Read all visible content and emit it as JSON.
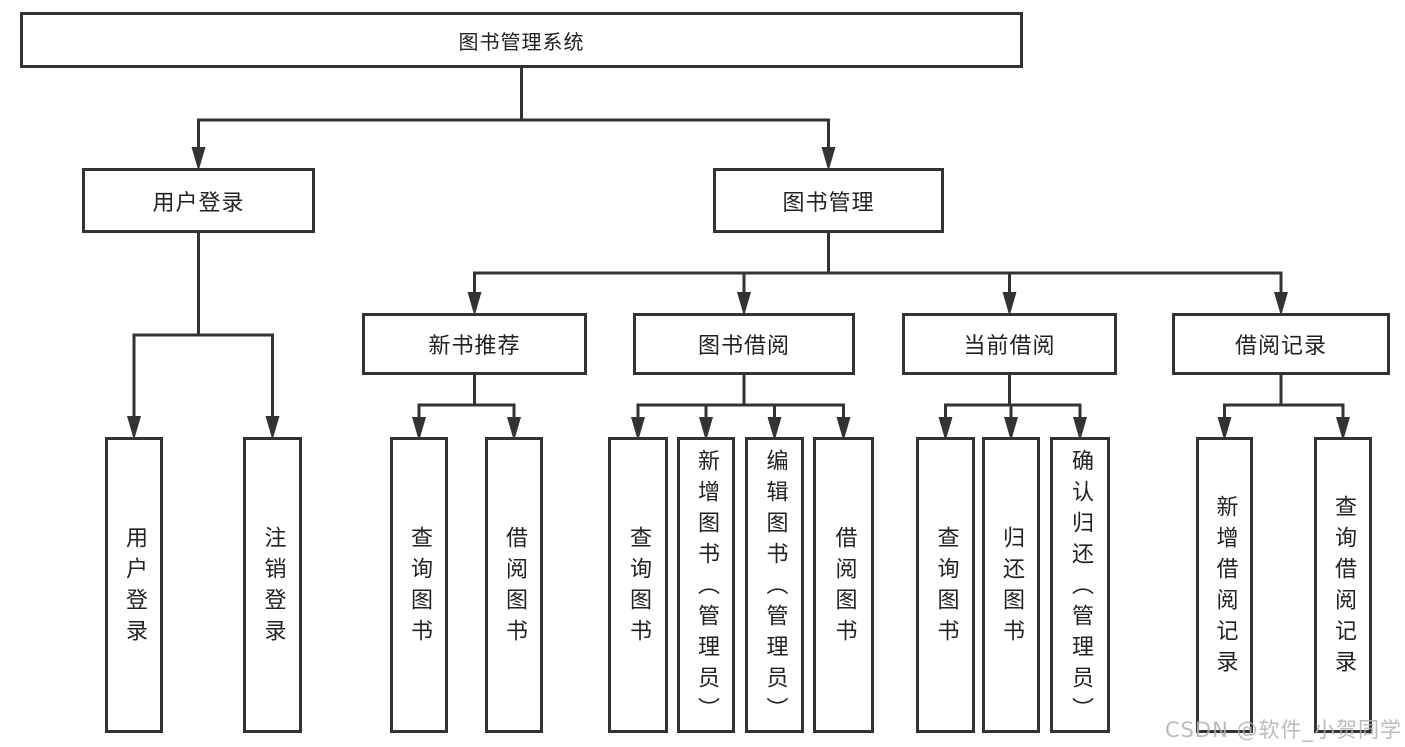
{
  "colors": {
    "line": "#333333",
    "border": "#333333",
    "text": "#222222",
    "watermark": "#b2b2b2",
    "background": "#ffffff"
  },
  "watermark": {
    "text": "CSDN @软件_小贺同学"
  },
  "tree": {
    "root": {
      "label": "图书管理系统"
    },
    "level2": [
      {
        "label": "用户登录"
      },
      {
        "label": "图书管理"
      }
    ],
    "level3": [
      {
        "label": "新书推荐"
      },
      {
        "label": "图书借阅"
      },
      {
        "label": "当前借阅"
      },
      {
        "label": "借阅记录"
      }
    ],
    "leaves": {
      "user_login": [
        "用户登录",
        "注销登录"
      ],
      "new_books": [
        "查询图书",
        "借阅图书"
      ],
      "book_borrow": [
        "查询图书",
        "新增图书（管理员）",
        "编辑图书（管理员）",
        "借阅图书"
      ],
      "current_borrow": [
        "查询图书",
        "归还图书",
        "确认归还（管理员）"
      ],
      "records": [
        "新增借阅记录",
        "查询借阅记录"
      ]
    }
  }
}
